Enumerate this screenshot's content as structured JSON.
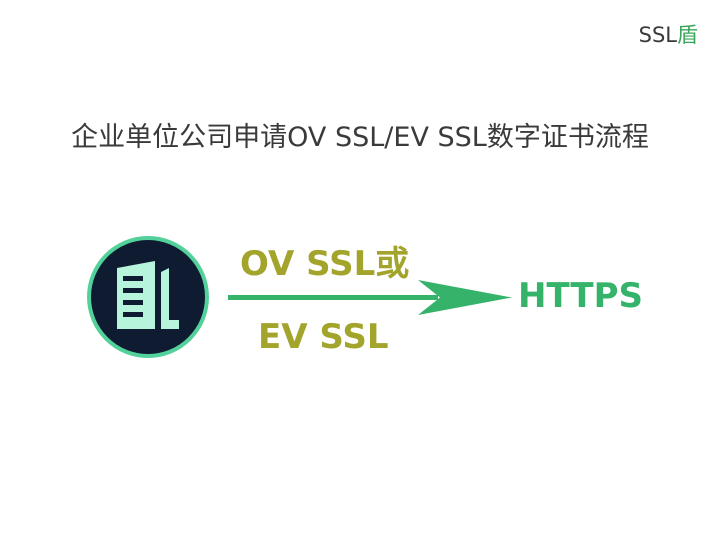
{
  "brand": {
    "prefix": "SSL",
    "suffix": "盾"
  },
  "title": "企业单位公司申请OV SSL/EV SSL数字证书流程",
  "flow": {
    "source_icon": "company-building-icon",
    "arrow_label_top": "OV SSL或",
    "arrow_label_bottom": "EV SSL",
    "result": "HTTPS"
  },
  "colors": {
    "brand_green": "#3aa65a",
    "title_text": "#3a3a3a",
    "label_olive": "#a2a42c",
    "arrow_green": "#36b36a",
    "icon_circle": "#0f1b30",
    "icon_ring": "#52d19a",
    "icon_building": "#b7f4dc"
  }
}
